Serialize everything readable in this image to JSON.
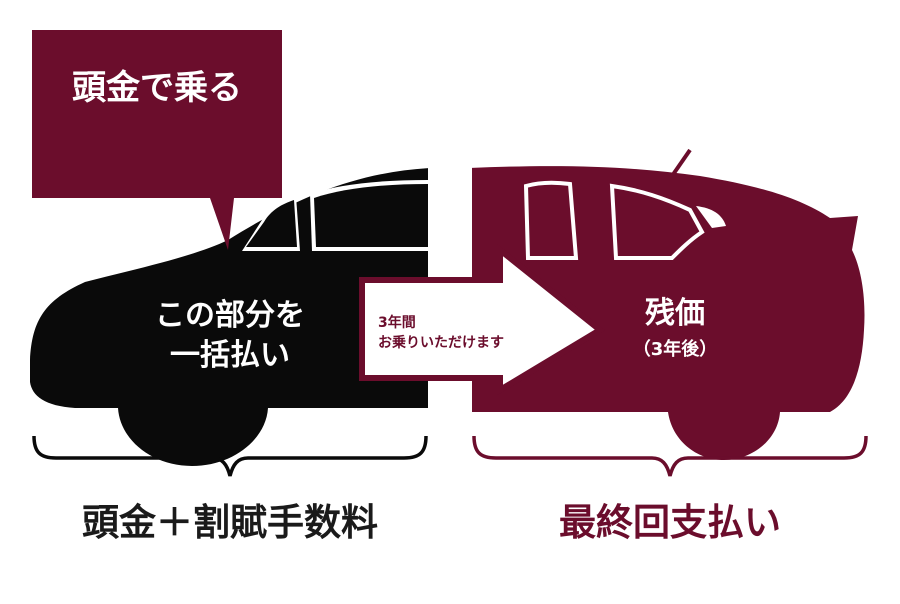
{
  "colors": {
    "front": "#0a0a0a",
    "accent": "#6b0d2c",
    "background": "#ffffff"
  },
  "callout": {
    "text": "頭金で乗る"
  },
  "front_car": {
    "line1": "この部分を",
    "line2": "一括払い"
  },
  "arrow": {
    "line1": "3年間",
    "line2": "お乗りいただけます"
  },
  "back_car": {
    "line1": "残価",
    "line2": "（3年後）"
  },
  "bottom": {
    "left_label": "頭金＋割賦手数料",
    "right_label": "最終回支払い"
  }
}
